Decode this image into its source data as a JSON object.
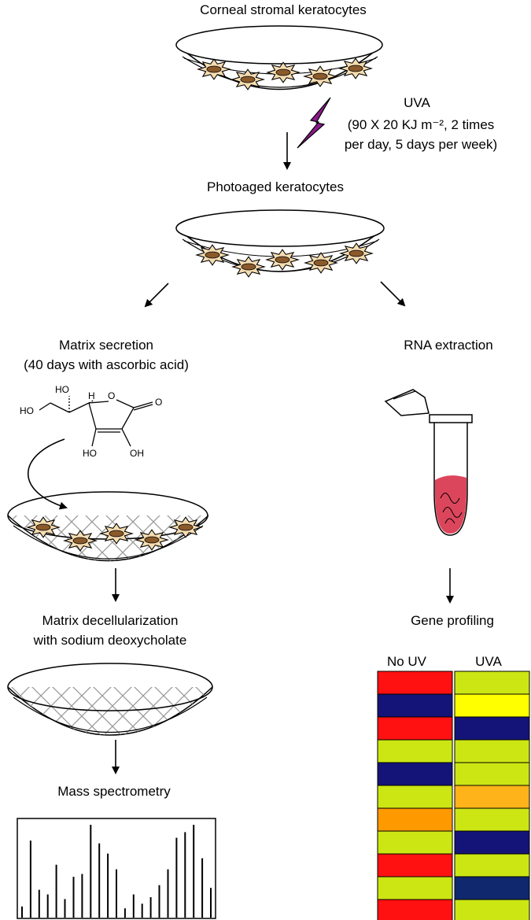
{
  "labels": {
    "corneal": "Corneal stromal keratocytes",
    "uva_title": "UVA",
    "uva_line1": "(90 X 20 KJ m⁻², 2 times",
    "uva_line2": "per day, 5 days per week)",
    "photoaged": "Photoaged keratocytes",
    "matrix_secretion_1": "Matrix secretion",
    "matrix_secretion_2": "(40 days with ascorbic acid)",
    "rna": "RNA extraction",
    "decell_1": "Matrix decellularization",
    "decell_2": "with sodium deoxycholate",
    "gene": "Gene profiling",
    "mass": "Mass spectrometry"
  },
  "molecule": {
    "atoms": [
      "HO",
      "H",
      "O",
      "O",
      "HO",
      "HO",
      "OH"
    ]
  },
  "heatmap": {
    "columns": [
      "No UV",
      "UVA"
    ],
    "colors": {
      "red": "#ff1111",
      "navy": "#141478",
      "lime": "#cce614",
      "yellow": "#ffff00",
      "orange": "#ff9900",
      "lightorange": "#ffb31a",
      "darkblue": "#10286e"
    },
    "rows": [
      [
        "red",
        "lime"
      ],
      [
        "navy",
        "yellow"
      ],
      [
        "red",
        "navy"
      ],
      [
        "lime",
        "lime"
      ],
      [
        "navy",
        "lime"
      ],
      [
        "lime",
        "lightorange"
      ],
      [
        "orange",
        "lime"
      ],
      [
        "lime",
        "navy"
      ],
      [
        "red",
        "lime"
      ],
      [
        "lime",
        "darkblue"
      ],
      [
        "red",
        "lime"
      ]
    ]
  },
  "spectrum": {
    "peaks": [
      0.12,
      0.83,
      0.3,
      0.25,
      0.57,
      0.2,
      0.44,
      0.47,
      1.0,
      0.8,
      0.69,
      0.52,
      0.1,
      0.25,
      0.15,
      0.22,
      0.35,
      0.52,
      0.86,
      0.92,
      1.0,
      0.64,
      0.32
    ]
  },
  "colors": {
    "cell_fill": "#f5dcb0",
    "nucleus": "#8b5a2b",
    "lightning": "#8b1a8b",
    "tube_liquid": "#d8324a"
  }
}
